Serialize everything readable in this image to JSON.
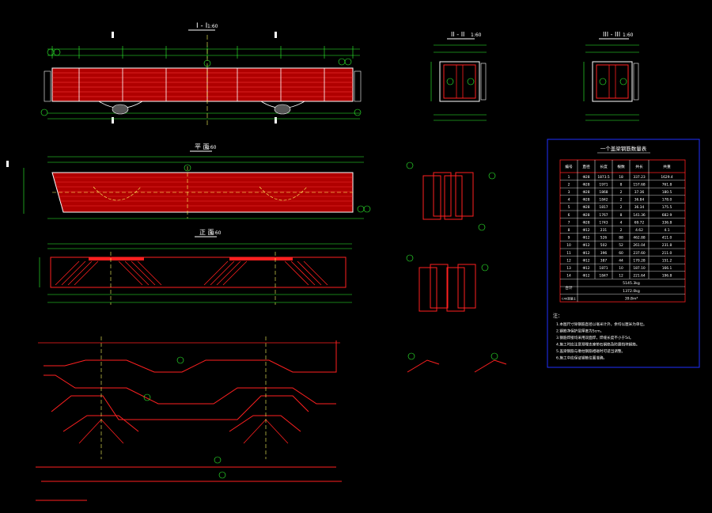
{
  "colors": {
    "background": "#000000",
    "rebar": "#ff2020",
    "dimension": "#30ff30",
    "text": "#ffffff",
    "axis": "#ffff60",
    "table_border": "#2030ff",
    "accent_cyan": "#40ffff"
  },
  "views": {
    "section_1_1": {
      "title": "I - I",
      "scale": "1:60"
    },
    "section_2_2": {
      "title": "II - II",
      "scale": "1:60"
    },
    "section_3_3": {
      "title": "III - III",
      "scale": "1:60"
    },
    "plan_view": {
      "title": "平 面",
      "scale": "1:60"
    },
    "elevation_view": {
      "title": "正 面",
      "scale": "1:60"
    }
  },
  "table": {
    "title": "一个盖梁钢筋数量表",
    "headers": [
      "编号",
      "直径",
      "长度",
      "根数",
      "共长",
      "共重"
    ],
    "rows": [
      [
        "1",
        "Φ28",
        "1873.5",
        "18",
        "337.23",
        "1629.4"
      ],
      [
        "2",
        "Φ28",
        "1971",
        "8",
        "157.68",
        "761.8"
      ],
      [
        "3",
        "Φ28",
        "1868",
        "2",
        "37.36",
        "180.5"
      ],
      [
        "4",
        "Φ28",
        "1842",
        "2",
        "36.84",
        "178.0"
      ],
      [
        "5",
        "Φ28",
        "1817",
        "2",
        "36.34",
        "175.5"
      ],
      [
        "6",
        "Φ28",
        "1767",
        "8",
        "141.36",
        "682.9"
      ],
      [
        "7",
        "Φ28",
        "1743",
        "4",
        "69.72",
        "336.8"
      ],
      [
        "8",
        "Φ12",
        "231",
        "2",
        "4.62",
        "4.1"
      ],
      [
        "9",
        "Φ12",
        "526",
        "88",
        "462.88",
        "411.0"
      ],
      [
        "10",
        "Φ12",
        "502",
        "52",
        "261.04",
        "231.8"
      ],
      [
        "11",
        "Φ12",
        "396",
        "60",
        "237.60",
        "211.0"
      ],
      [
        "12",
        "Φ12",
        "387",
        "44",
        "170.28",
        "151.2"
      ],
      [
        "13",
        "Φ12",
        "1871",
        "10",
        "187.10",
        "166.1"
      ],
      [
        "14",
        "Φ12",
        "1847",
        "12",
        "221.64",
        "196.8"
      ]
    ],
    "total_label": "合计",
    "totals": [
      "5145.3kg",
      "1372.0kg"
    ],
    "concrete": "C40混凝土",
    "concrete_volume": "39.8m³"
  },
  "notes": {
    "heading": "注：",
    "items": [
      "1.本图尺寸除钢筋直径以毫米计外，余均以厘米为单位。",
      "2.钢筋净保护层厚度为5cm。",
      "3.钢筋焊接均采用双面焊，焊缝长度不小于5d。",
      "4.施工时应注意预埋支座垫石钢筋及防震挡块钢筋。",
      "5.盖梁钢筋与墩柱钢筋相碰时可适当调整。",
      "6.施工中应保证钢筋位置准确。"
    ]
  }
}
